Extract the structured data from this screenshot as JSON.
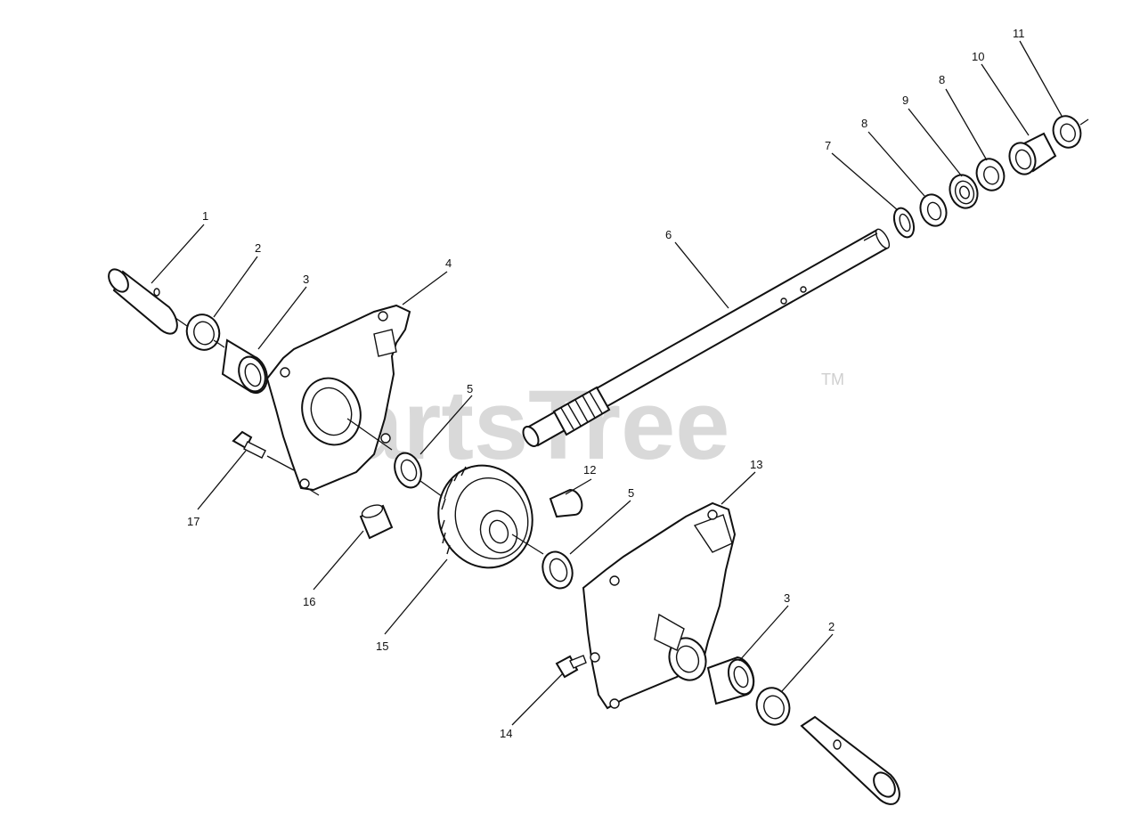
{
  "watermark": {
    "text": "PartsTree",
    "trademark": "TM"
  },
  "callouts": [
    {
      "id": "c1",
      "label": "1"
    },
    {
      "id": "c2a",
      "label": "2"
    },
    {
      "id": "c3a",
      "label": "3"
    },
    {
      "id": "c4",
      "label": "4"
    },
    {
      "id": "c5a",
      "label": "5"
    },
    {
      "id": "c6",
      "label": "6"
    },
    {
      "id": "c7",
      "label": "7"
    },
    {
      "id": "c8a",
      "label": "8"
    },
    {
      "id": "c9",
      "label": "9"
    },
    {
      "id": "c8b",
      "label": "8"
    },
    {
      "id": "c10",
      "label": "10"
    },
    {
      "id": "c11",
      "label": "11"
    },
    {
      "id": "c12",
      "label": "12"
    },
    {
      "id": "c5b",
      "label": "5"
    },
    {
      "id": "c13",
      "label": "13"
    },
    {
      "id": "c17",
      "label": "17"
    },
    {
      "id": "c16",
      "label": "16"
    },
    {
      "id": "c15",
      "label": "15"
    },
    {
      "id": "c3b",
      "label": "3"
    },
    {
      "id": "c2b",
      "label": "2"
    },
    {
      "id": "c14",
      "label": "14"
    }
  ]
}
